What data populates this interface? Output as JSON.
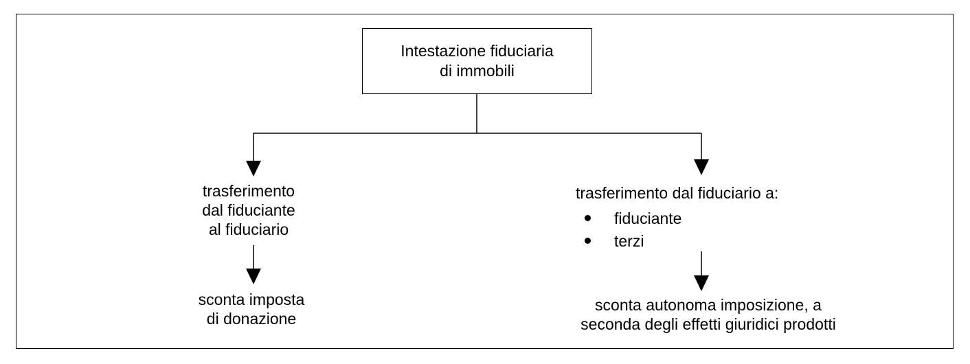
{
  "root": {
    "line1": "Intestazione fiduciaria",
    "line2": "di immobili"
  },
  "left_branch": {
    "node": {
      "line1": "trasferimento",
      "line2": "dal fiduciante",
      "line3": "al fiduciario"
    },
    "result": {
      "line1": "sconta imposta",
      "line2": "di donazione"
    }
  },
  "right_branch": {
    "node": {
      "heading": "trasferimento dal fiduciario a:",
      "items": [
        "fiduciante",
        "terzi"
      ]
    },
    "result": {
      "line1": "sconta autonoma imposizione, a",
      "line2": "seconda degli effetti giuridici prodotti"
    }
  }
}
